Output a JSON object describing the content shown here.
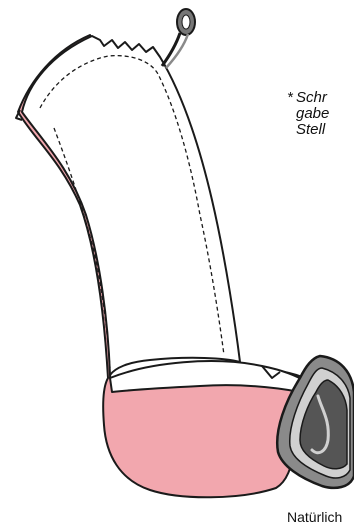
{
  "colors": {
    "fabric_pink": "#f2a7ae",
    "outline": "#1a1a1a",
    "iron_dark": "#555555",
    "iron_mid": "#8a8a8a",
    "iron_light": "#d0d0d0",
    "background": "#ffffff"
  },
  "icons": {
    "pin": "safety-pin-icon",
    "iron": "iron-icon"
  },
  "note": {
    "marker": "*",
    "line1": "Schr",
    "line2": "gabe",
    "line3": "Stell"
  },
  "footer_text": "Natürlich"
}
